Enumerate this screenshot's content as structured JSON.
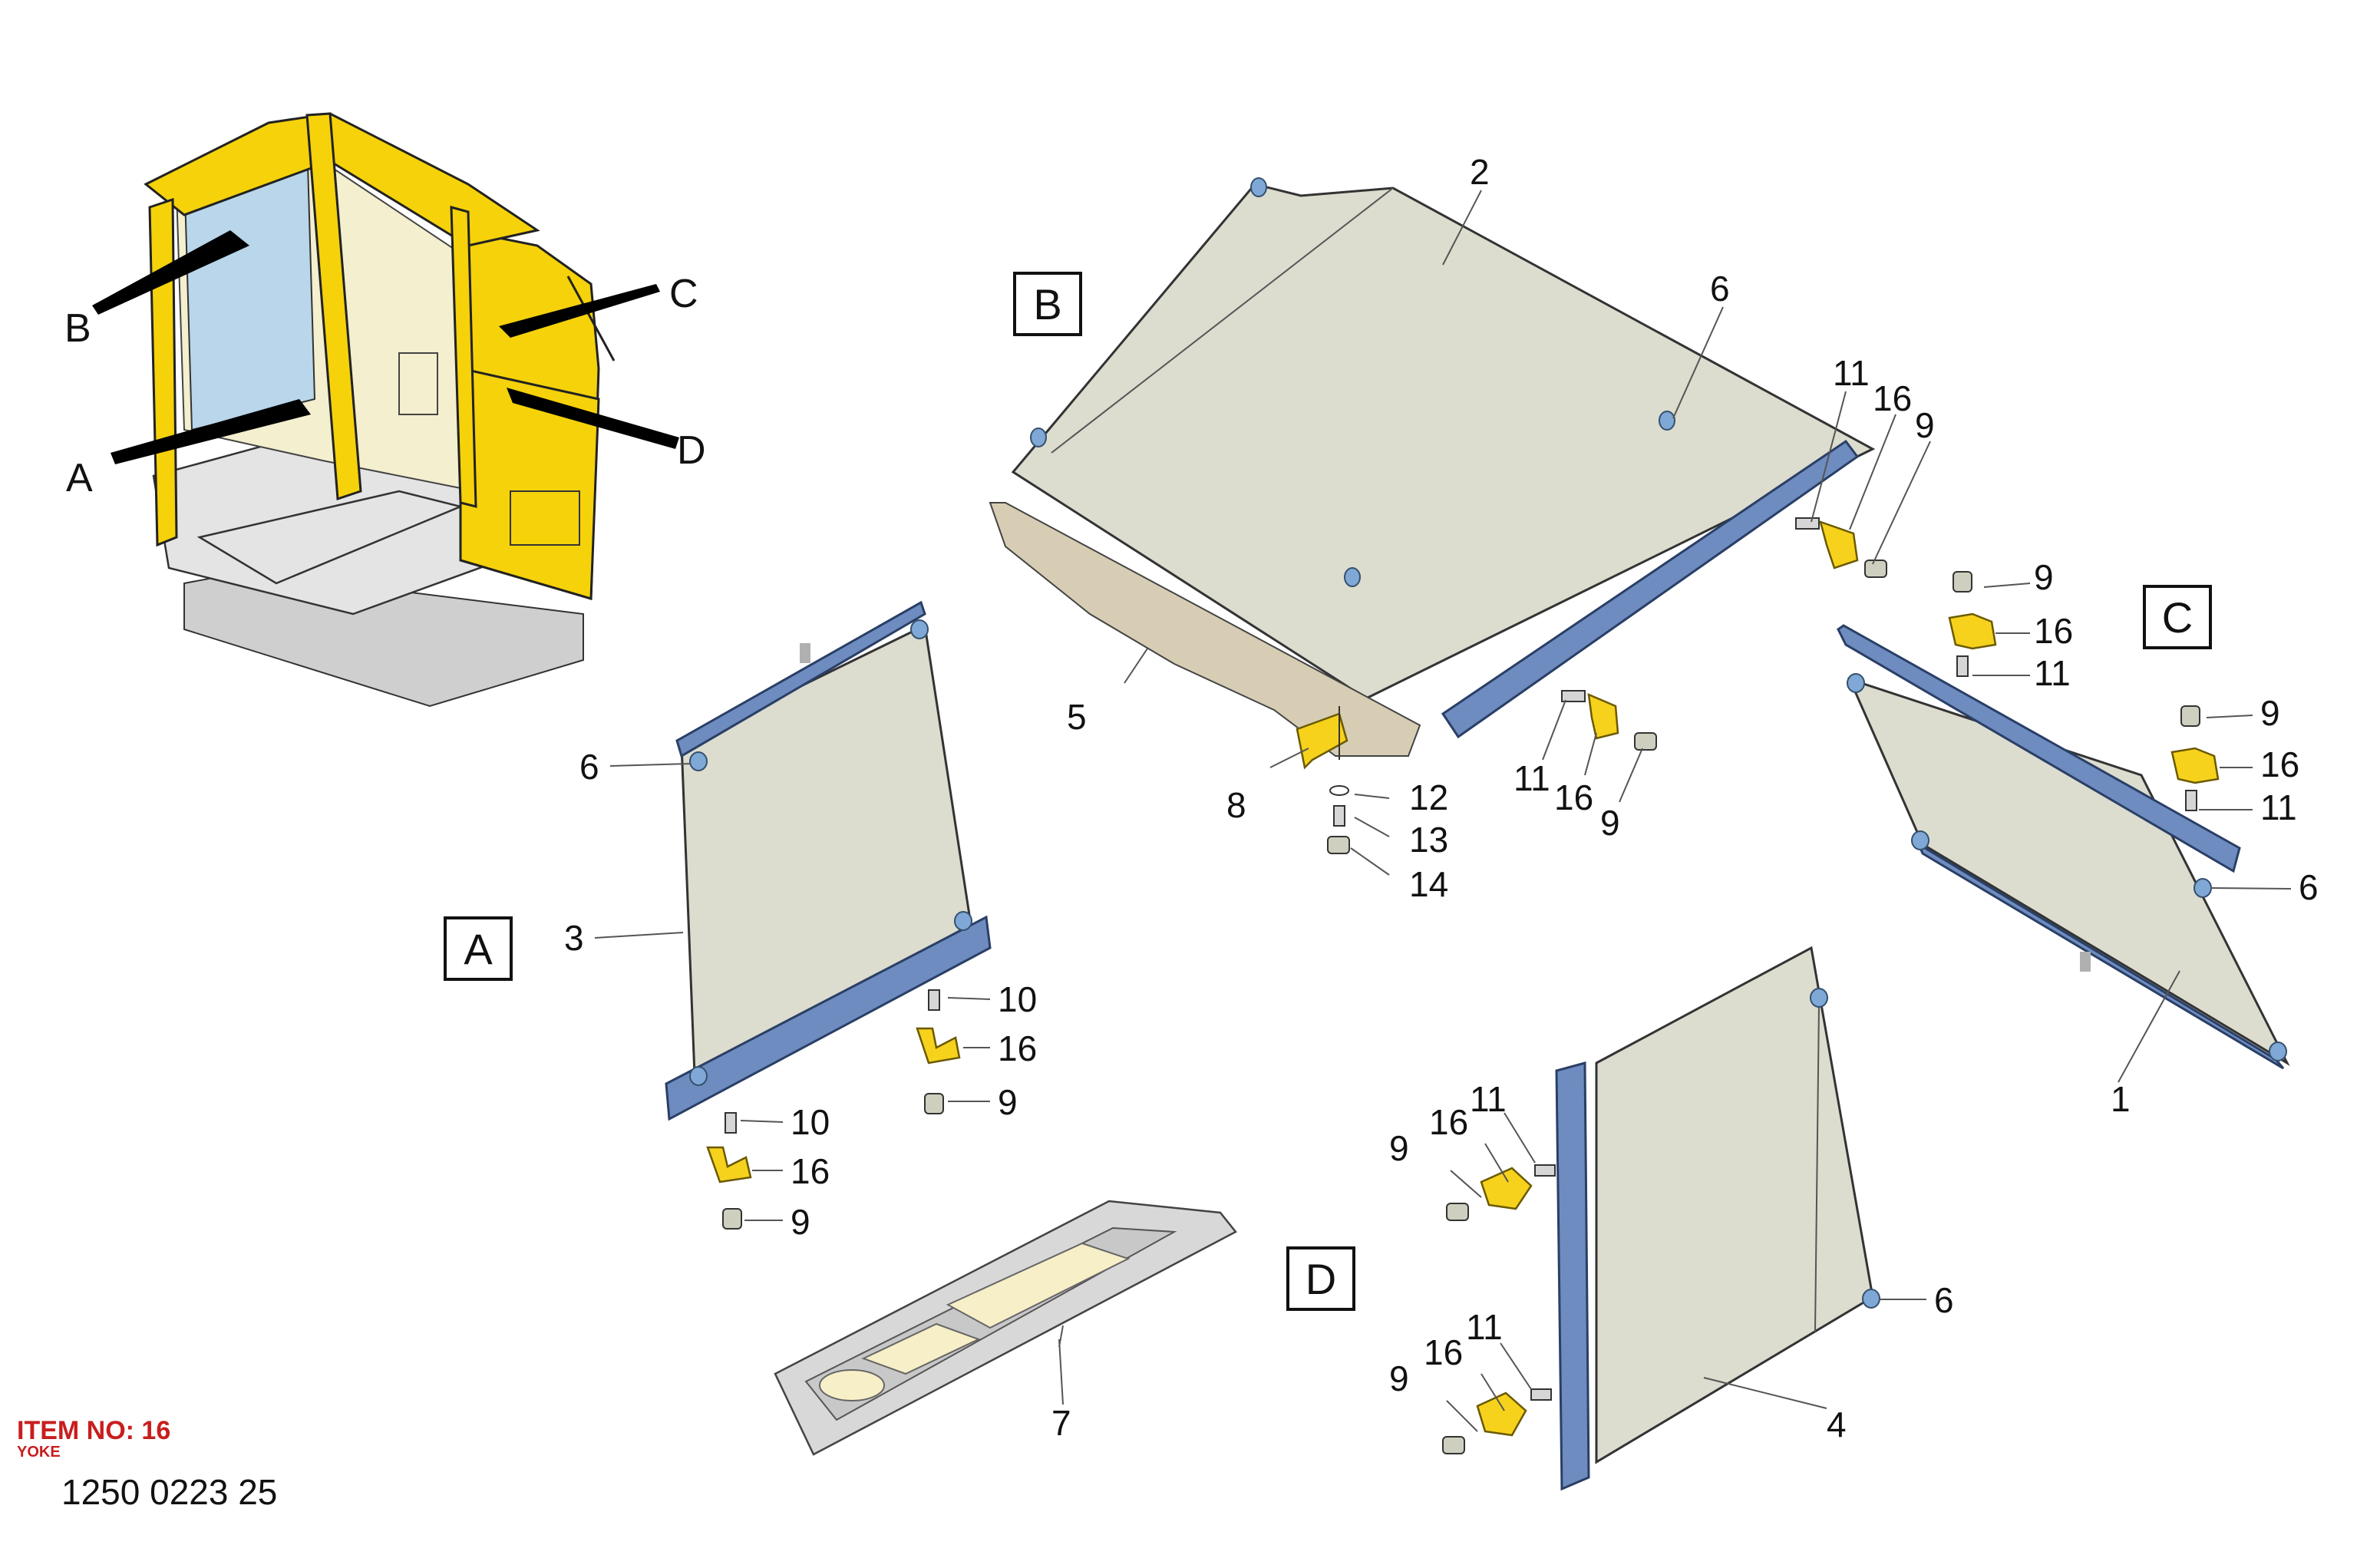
{
  "diagram": {
    "callouts": {
      "c1": "1",
      "c2": "2",
      "c3": "3",
      "c4": "4",
      "c5": "5",
      "c6": "6",
      "c7": "7",
      "c8": "8",
      "c9": "9",
      "c10": "10",
      "c11": "11",
      "c12": "12",
      "c13": "13",
      "c14": "14",
      "c16": "16"
    },
    "sections": {
      "a": "A",
      "b": "B",
      "c": "C",
      "d": "D"
    },
    "item_number": "ITEM NO: 16",
    "item_name": "YOKE",
    "document_number": "1250 0223 25"
  },
  "colors": {
    "cab_yellow": "#f5d20a",
    "glass": "#dcdccf",
    "rail_blue": "#6e8cbf",
    "yoke_yellow": "#f6d21c",
    "item_red": "#c81e1e"
  },
  "icons": [
    "cab-illustration",
    "window-panel",
    "rubber-profile",
    "yoke-clip",
    "bolt",
    "nut"
  ]
}
